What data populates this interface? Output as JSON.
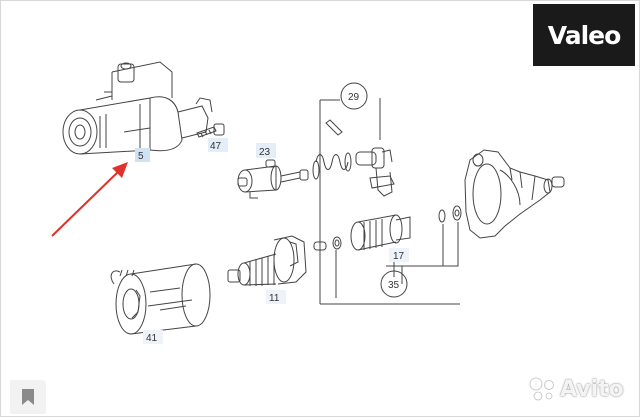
{
  "brand": {
    "logo_text": "Valeo",
    "watermark_text": "Avito"
  },
  "colors": {
    "line": "#444444",
    "arrow": "#e0312a",
    "highlight": "#cfe3f5",
    "logo_bg": "#1a1a1a"
  },
  "labels": {
    "starter": "5",
    "screw": "47",
    "solenoid": "23",
    "brush_holder": "29",
    "drive": "17",
    "armature": "11",
    "kit": "35",
    "housing": "41"
  },
  "icons": [
    "bookmark-icon",
    "avito-logo-icon"
  ]
}
